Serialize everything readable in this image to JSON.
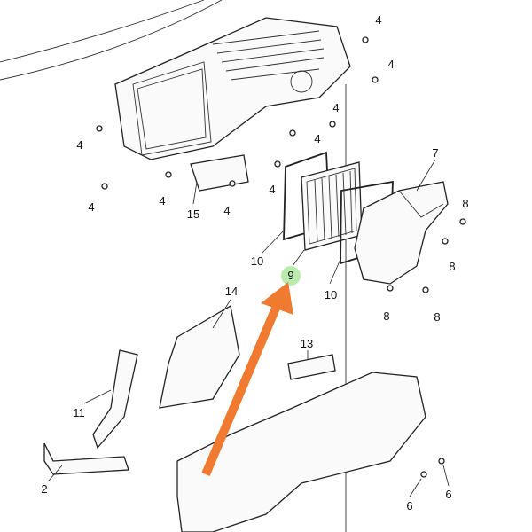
{
  "diagram": {
    "title": "Air filter case exploded parts diagram",
    "labels": [
      "4",
      "4",
      "4",
      "4",
      "4",
      "4",
      "4",
      "4",
      "4",
      "15",
      "7",
      "8",
      "8",
      "8",
      "8",
      "10",
      "10",
      "9",
      "14",
      "13",
      "11",
      "2",
      "6",
      "6"
    ],
    "highlighted_label": "9",
    "colors": {
      "arrow": "#f07a30",
      "highlight": "#7ddc6a",
      "line": "#222222"
    }
  }
}
